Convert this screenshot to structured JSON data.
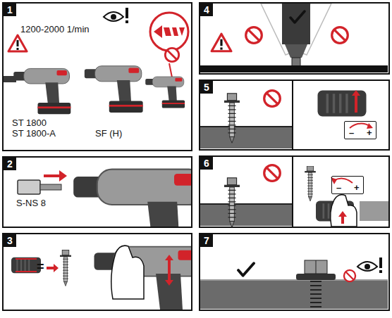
{
  "diagram": {
    "nodes": [
      {
        "text": [
          "1",
          "1200-2000 1/min",
          "ST 1800",
          "ST 1800-A",
          "SF (H)"
        ]
      },
      {
        "text": [
          "2",
          "S-NS 8"
        ]
      },
      {
        "text": [
          "3",
          "="
        ]
      },
      {
        "text": [
          "4"
        ]
      },
      {
        "text": [
          "5"
        ]
      },
      {
        "text": [
          "–",
          "+"
        ],
        "in": 4
      },
      {
        "text": [
          "6"
        ]
      },
      {
        "text": [
          "–",
          "+"
        ],
        "in": 6
      },
      {
        "text": [
          "7"
        ]
      }
    ]
  }
}
